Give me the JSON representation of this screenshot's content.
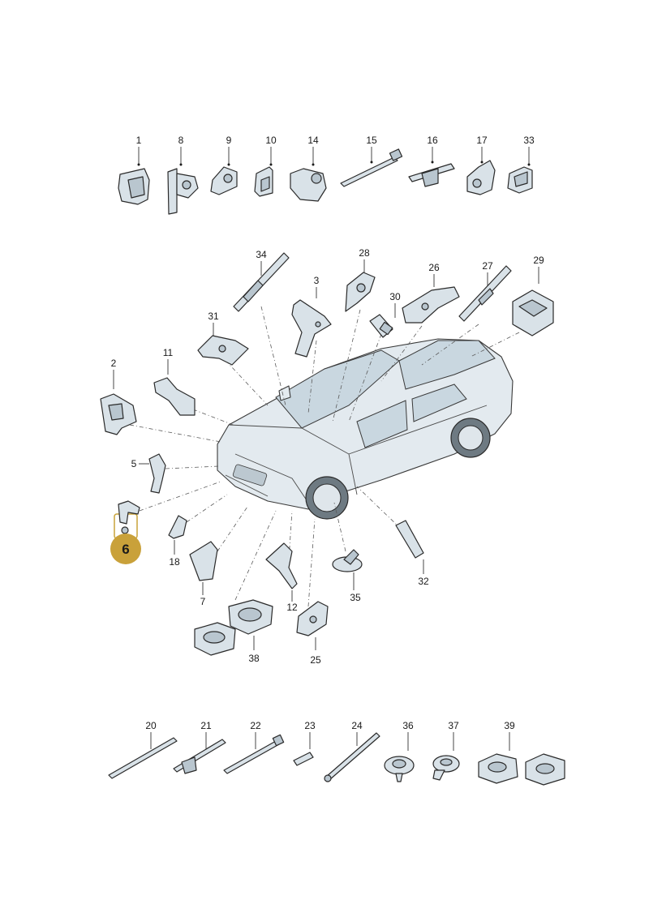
{
  "labels": {
    "p1": "1",
    "p8": "8",
    "p9": "9",
    "p10": "10",
    "p14": "14",
    "p15": "15",
    "p16": "16",
    "p17": "17",
    "p33": "33",
    "p34": "34",
    "p28": "28",
    "p3": "3",
    "p30": "30",
    "p26": "26",
    "p27": "27",
    "p29": "29",
    "p31": "31",
    "p11": "11",
    "p2": "2",
    "p5": "5",
    "p6": "6",
    "p18": "18",
    "p7": "7",
    "p12": "12",
    "p35": "35",
    "p32": "32",
    "p38": "38",
    "p25": "25",
    "p20": "20",
    "p21": "21",
    "p22": "22",
    "p23": "23",
    "p24": "24",
    "p36": "36",
    "p37": "37",
    "p39": "39"
  },
  "highlight": {
    "selected_part": "6",
    "color": "#c9a13a"
  }
}
